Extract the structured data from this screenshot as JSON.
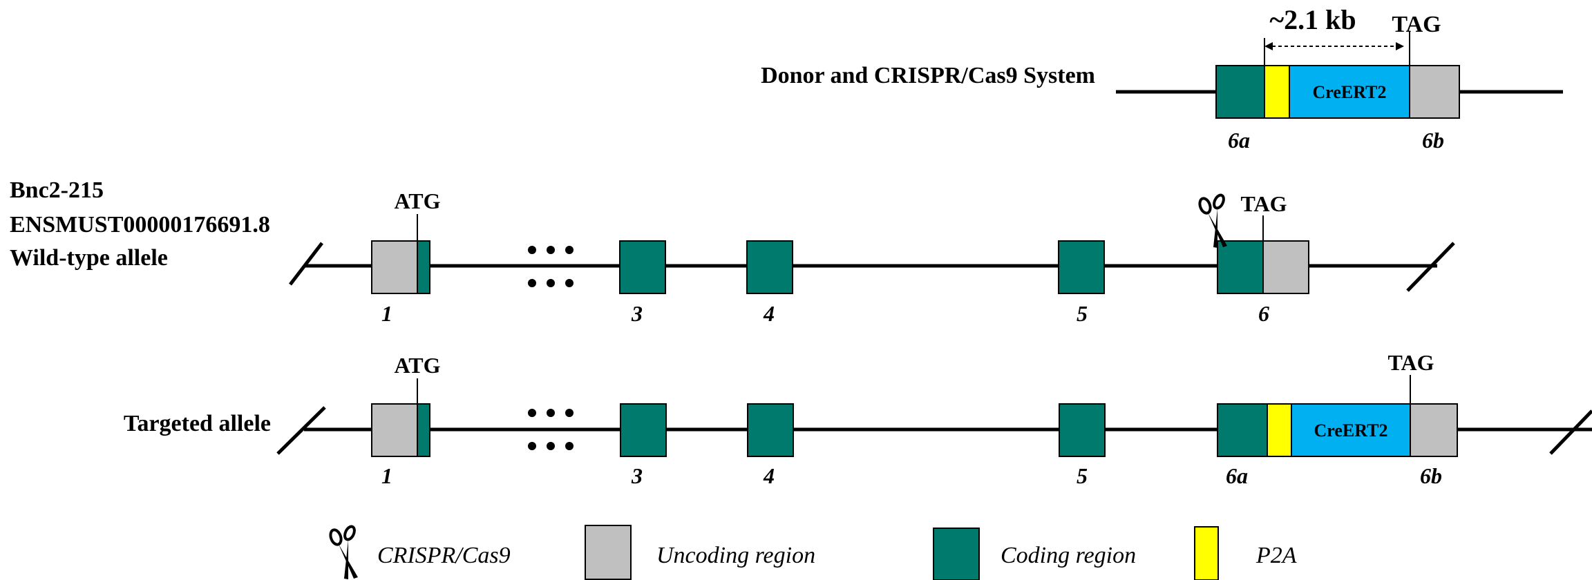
{
  "colors": {
    "coding": "#007a6c",
    "uncoding": "#c0c0c0",
    "p2a": "#ffff00",
    "creert2": "#00b0f0",
    "line": "#000000"
  },
  "donor": {
    "title": "Donor and CRISPR/Cas9 System",
    "size_label": "~2.1 kb",
    "tag": "TAG",
    "cre_label": "CreERT2",
    "exons": [
      "6a",
      "6b"
    ]
  },
  "wildtype": {
    "name": "Bnc2-215",
    "transcript": "ENSMUST00000176691.8",
    "allele": "Wild-type allele",
    "atg": "ATG",
    "tag": "TAG",
    "exons": [
      "1",
      "3",
      "4",
      "5",
      "6"
    ]
  },
  "targeted": {
    "allele": "Targeted allele",
    "atg": "ATG",
    "tag": "TAG",
    "cre_label": "CreERT2",
    "exons": [
      "1",
      "3",
      "4",
      "5",
      "6a",
      "6b"
    ]
  },
  "legend": {
    "crispr": "CRISPR/Cas9",
    "uncoding": "Uncoding region",
    "coding": "Coding region",
    "p2a": "P2A"
  }
}
